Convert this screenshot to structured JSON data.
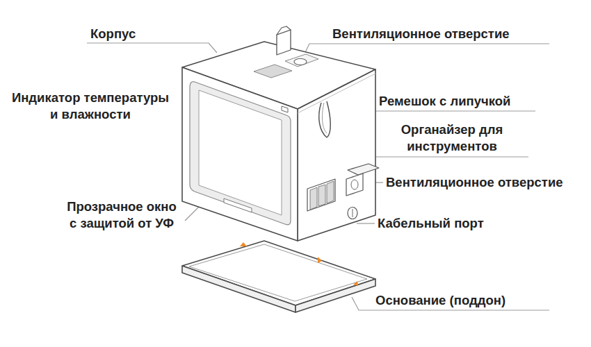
{
  "diagram": {
    "labels": [
      "Корпус",
      "Вентиляционное отверстие",
      "Индикатор температуры и влажности",
      "Ремешок с липучкой",
      "Органайзер для инструментов",
      "Вентиляционное отверстие",
      "Прозрачное окно с защитой от УФ",
      "Кабельный порт",
      "Основание (поддон)"
    ]
  }
}
